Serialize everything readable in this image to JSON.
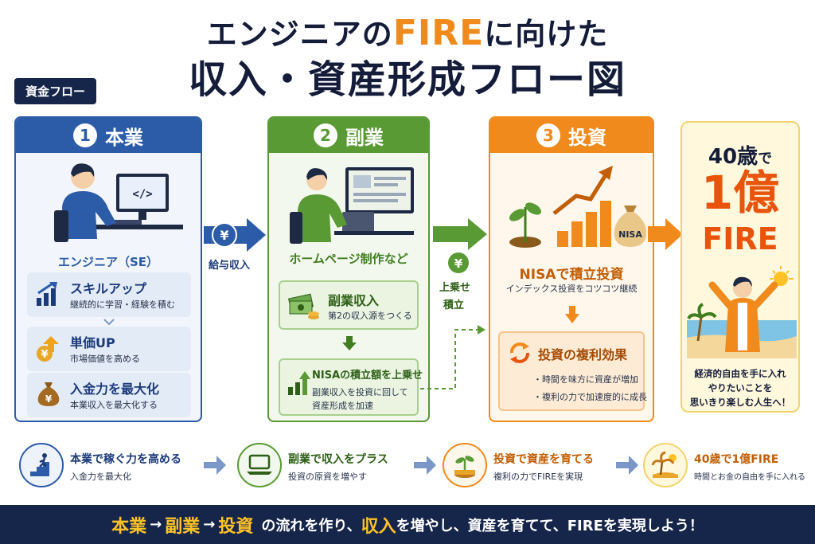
{
  "title": {
    "line1_pre": "エンジニアの",
    "line1_fire": "FIRE",
    "line1_post": "に向けた",
    "line2": "収入・資産形成フロー図"
  },
  "flow_tag": "資金フロー",
  "col1": {
    "num": "1",
    "header": "本業",
    "caption": "エンジニア（SE）",
    "items": [
      {
        "title": "スキルアップ",
        "sub": "継続的に学習・経験を積む"
      },
      {
        "title": "単価UP",
        "sub": "市場価値を高める"
      },
      {
        "title": "入金力を最大化",
        "sub": "本業収入を最大化する"
      }
    ]
  },
  "arrow1_label": "給与収入",
  "col2": {
    "num": "2",
    "header": "副業",
    "caption": "ホームページ制作など",
    "box1": {
      "title": "副業収入",
      "sub": "第2の収入源をつくる"
    },
    "box2": {
      "title": "NISAの積立額を上乗せ",
      "sub1": "副業収入を投資に回して",
      "sub2": "資産形成を加速"
    }
  },
  "arrow2_label_1": "上乗せ",
  "arrow2_label_2": "積立",
  "col3": {
    "num": "3",
    "header": "投資",
    "bag_label": "NISA",
    "title": "NISAで積立投資",
    "sub": "インデックス投資をコツコツ継続",
    "box": {
      "title": "投資の複利効果",
      "b1": "・時間を味方に資産が増加",
      "b2": "・複利の力で加速度的に成長"
    }
  },
  "col4": {
    "age": "40歳",
    "de": "で",
    "amount": "1億",
    "fire": "FIRE",
    "desc1": "経済的自由を手に入れ",
    "desc2": "やりたいことを",
    "desc3": "思いきり楽しむ人生へ！"
  },
  "bottom_steps": [
    {
      "title": "本業で稼ぐ力を高める",
      "sub": "入金力を最大化"
    },
    {
      "title": "副業で収入をプラス",
      "sub": "投資の原資を増やす"
    },
    {
      "title": "投資で資産を育てる",
      "sub": "複利の力でFIREを実現"
    },
    {
      "title": "40歳で1億FIRE",
      "sub": "時間とお金の自由を手に入れる"
    }
  ],
  "footer": {
    "w1": "本業",
    "arrow": "→",
    "w2": "副業",
    "w3": "投資",
    "mid": "の流れを作り、",
    "w4": "収入",
    "end": "を増やし、資産を育てて、FIREを実現しよう！"
  },
  "colors": {
    "blue": "#2c5ba8",
    "green": "#5a9a34",
    "orange": "#f08a1c",
    "navy": "#16254a",
    "gold": "#ffc226"
  }
}
